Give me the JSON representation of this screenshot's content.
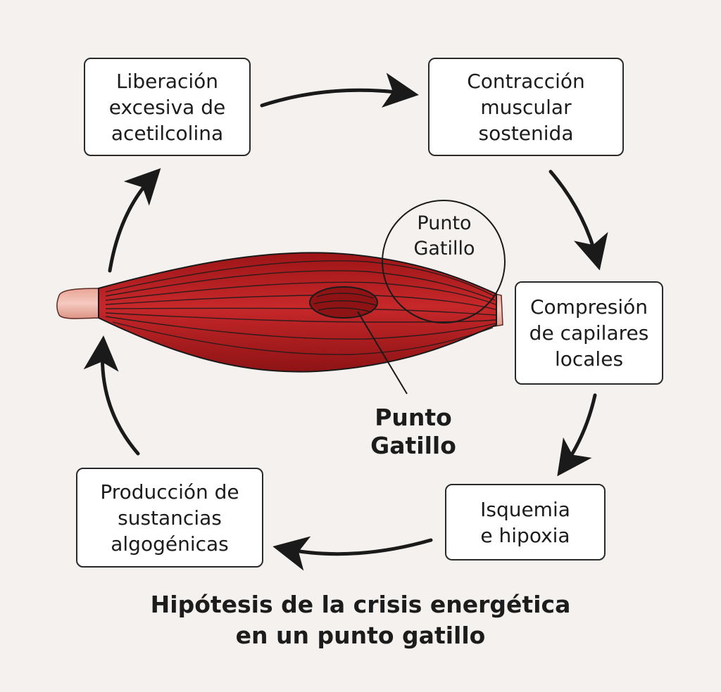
{
  "boxes": {
    "top_left": [
      "Liberación",
      "excesiva de",
      "acetilcolina"
    ],
    "top_right": [
      "Contracción",
      "muscular",
      "sostenida"
    ],
    "right": [
      "Compresión",
      "de capilares",
      "locales"
    ],
    "bottom_right": [
      "Isquemia",
      "e hipoxia"
    ],
    "bottom_left": [
      "Producción de",
      "sustancias",
      "algogénicas"
    ]
  },
  "circle_label": [
    "Punto",
    "Gatillo"
  ],
  "muscle_label": [
    "Punto",
    "Gatillo"
  ],
  "caption": [
    "Hipótesis de la crisis energética",
    "en un punto gatillo"
  ],
  "colors": {
    "muscle": "#b31b1e",
    "muscle_dark": "#8c1214",
    "tendon": "#f0b9ae",
    "background": "#f4f1ee",
    "stroke": "#1a1a1a"
  }
}
